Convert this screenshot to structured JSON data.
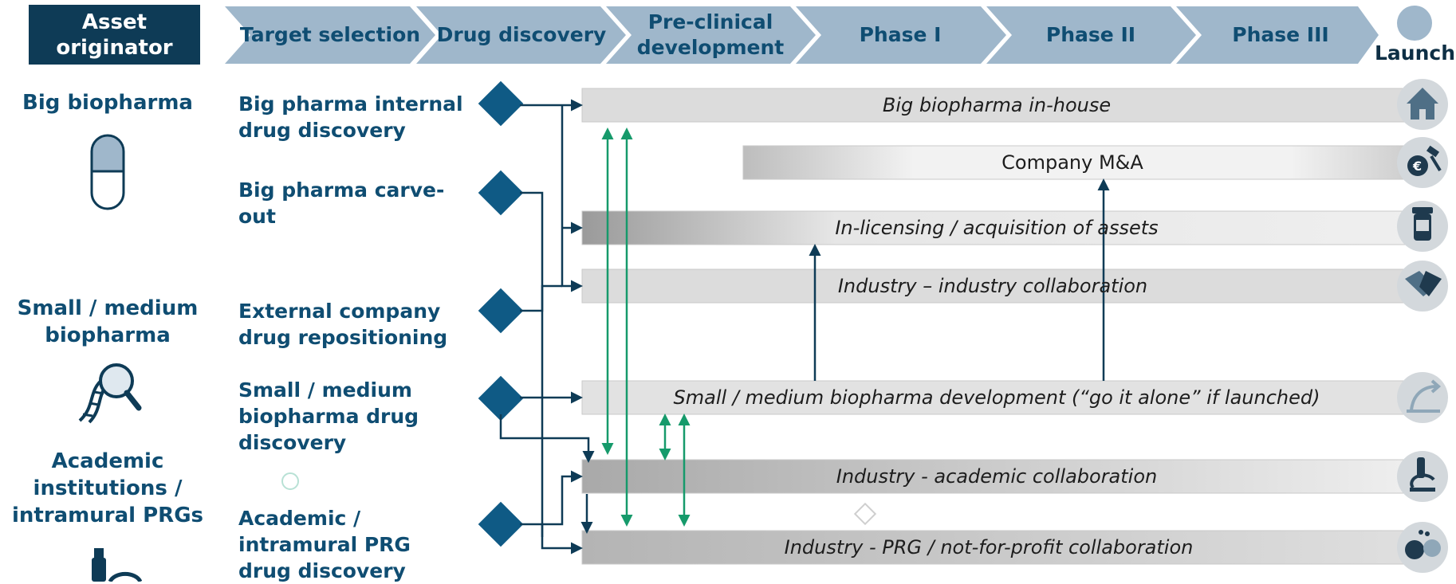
{
  "header": {
    "asset_originator": "Asset originator",
    "stages": [
      "Target selection",
      "Drug discovery",
      "Pre-clinical development",
      "Phase I",
      "Phase II",
      "Phase III"
    ],
    "launch": "Launch"
  },
  "originators": [
    "Big biopharma",
    "Small / medium biopharma",
    "Academic institutions / intramural PRGs"
  ],
  "sources": [
    "Big pharma internal drug discovery",
    "Big pharma carve-out",
    "External company drug repositioning",
    "Small / medium biopharma drug discovery",
    "Academic / intramural PRG drug discovery"
  ],
  "pathways": [
    {
      "label": "Big biopharma in-house",
      "icon": "house-icon"
    },
    {
      "label": "Company M&A",
      "icon": "euro-gavel-icon"
    },
    {
      "label": "In-licensing / acquisition of assets",
      "icon": "pill-bottle-icon"
    },
    {
      "label": "Industry – industry collaboration",
      "icon": "handshake-icon"
    },
    {
      "label": "Small / medium biopharma development (“go it alone” if launched)",
      "icon": "growth-arrow-icon"
    },
    {
      "label": "Industry - academic collaboration",
      "icon": "microscope-icon"
    },
    {
      "label": "Industry - PRG / not-for-profit collaboration",
      "icon": "people-idea-icon"
    }
  ],
  "colors": {
    "navy": "#0e3b56",
    "diamond": "#0f5a85",
    "stage_blue": "#9fb7cb",
    "green_arrow": "#169a6b",
    "bar_gray": "#dcdcdc"
  }
}
